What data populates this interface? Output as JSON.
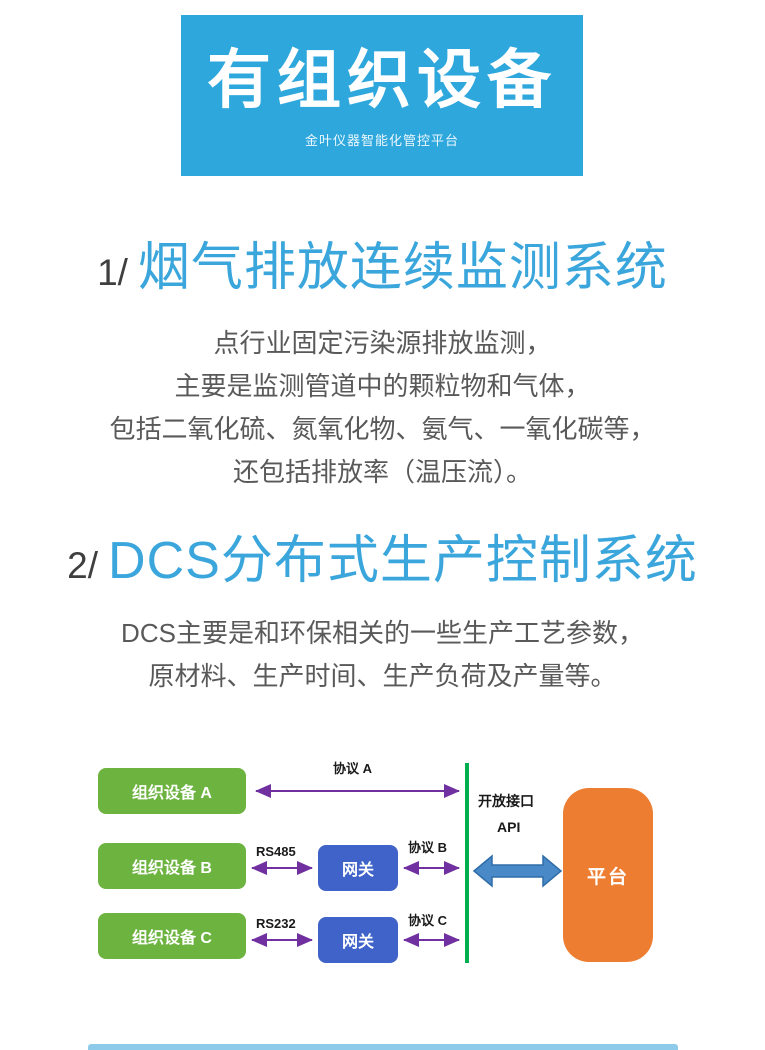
{
  "banner": {
    "title": "有组织设备",
    "subtitle": "金叶仪器智能化管控平台",
    "bg_color": "#2ea7dc"
  },
  "sections": [
    {
      "number": "1/",
      "title": "烟气排放连续监测系统",
      "body_lines": [
        "点行业固定污染源排放监测，",
        "主要是监测管道中的颗粒物和气体，",
        "包括二氧化硫、氮氧化物、氨气、一氧化碳等，",
        "还包括排放率（温压流）。"
      ]
    },
    {
      "number": "2/",
      "title": "DCS分布式生产控制系统",
      "body_lines": [
        "DCS主要是和环保相关的一些生产工艺参数，",
        "原材料、生产时间、生产负荷及产量等。"
      ]
    }
  ],
  "diagram": {
    "devices": [
      "组织设备 A",
      "组织设备 B",
      "组织设备 C"
    ],
    "gateways": [
      "网关",
      "网关"
    ],
    "protocol_labels": [
      "协议 A",
      "协议 B",
      "协议 C"
    ],
    "bus_labels": [
      "RS485",
      "RS232"
    ],
    "interface_label": "开放接口",
    "api_label": "API",
    "platform_label": "平台",
    "colors": {
      "device_green": "#6cb33f",
      "gateway_blue": "#3f63c8",
      "interface_line_green": "#00b050",
      "arrow_purple": "#7030a0",
      "block_arrow_blue": "#4a89c8",
      "platform_orange": "#ed7d31"
    }
  }
}
